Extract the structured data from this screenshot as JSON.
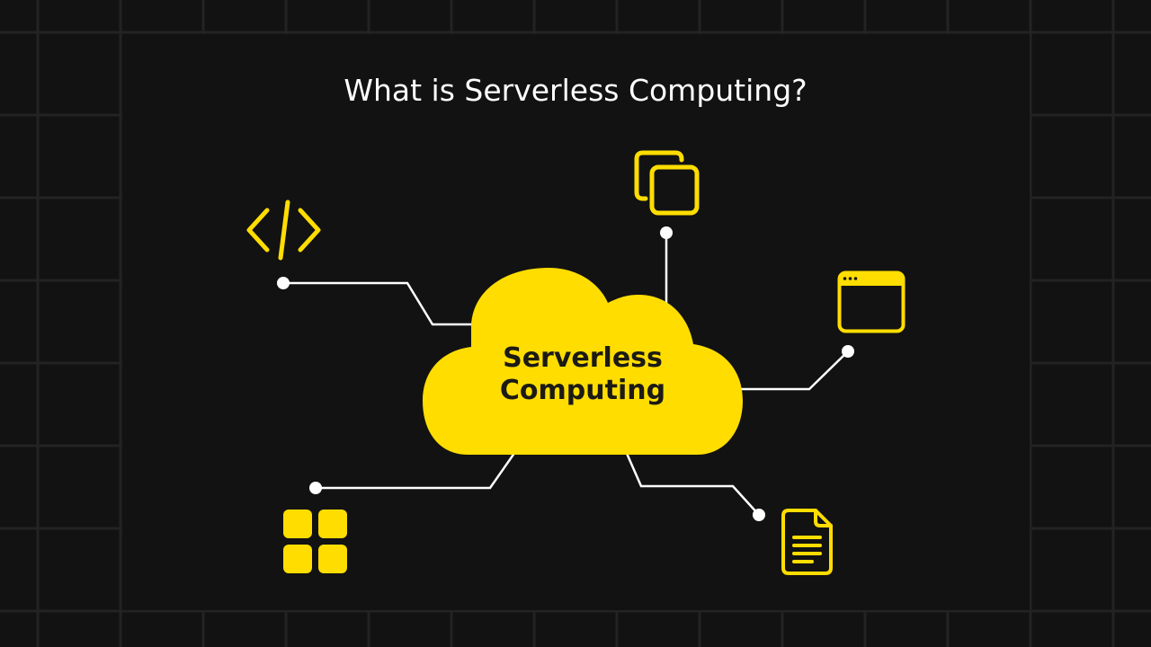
{
  "title": "What is Serverless Computing?",
  "center_node": {
    "label_line1": "Serverless",
    "label_line2": "Computing",
    "shape": "cloud"
  },
  "colors": {
    "background": "#121212",
    "grid_line": "#232323",
    "accent": "#FFDD00",
    "connector": "#FFFFFF",
    "title_text": "#FFFFFF",
    "cloud_text": "#1C1A14"
  },
  "nodes": [
    {
      "id": "code",
      "icon": "code-brackets-icon",
      "position": "top-left"
    },
    {
      "id": "copy",
      "icon": "copy-icon",
      "position": "top"
    },
    {
      "id": "browser",
      "icon": "browser-window-icon",
      "position": "right"
    },
    {
      "id": "grid",
      "icon": "app-grid-icon",
      "position": "bottom-left"
    },
    {
      "id": "document",
      "icon": "document-icon",
      "position": "bottom-right"
    }
  ]
}
